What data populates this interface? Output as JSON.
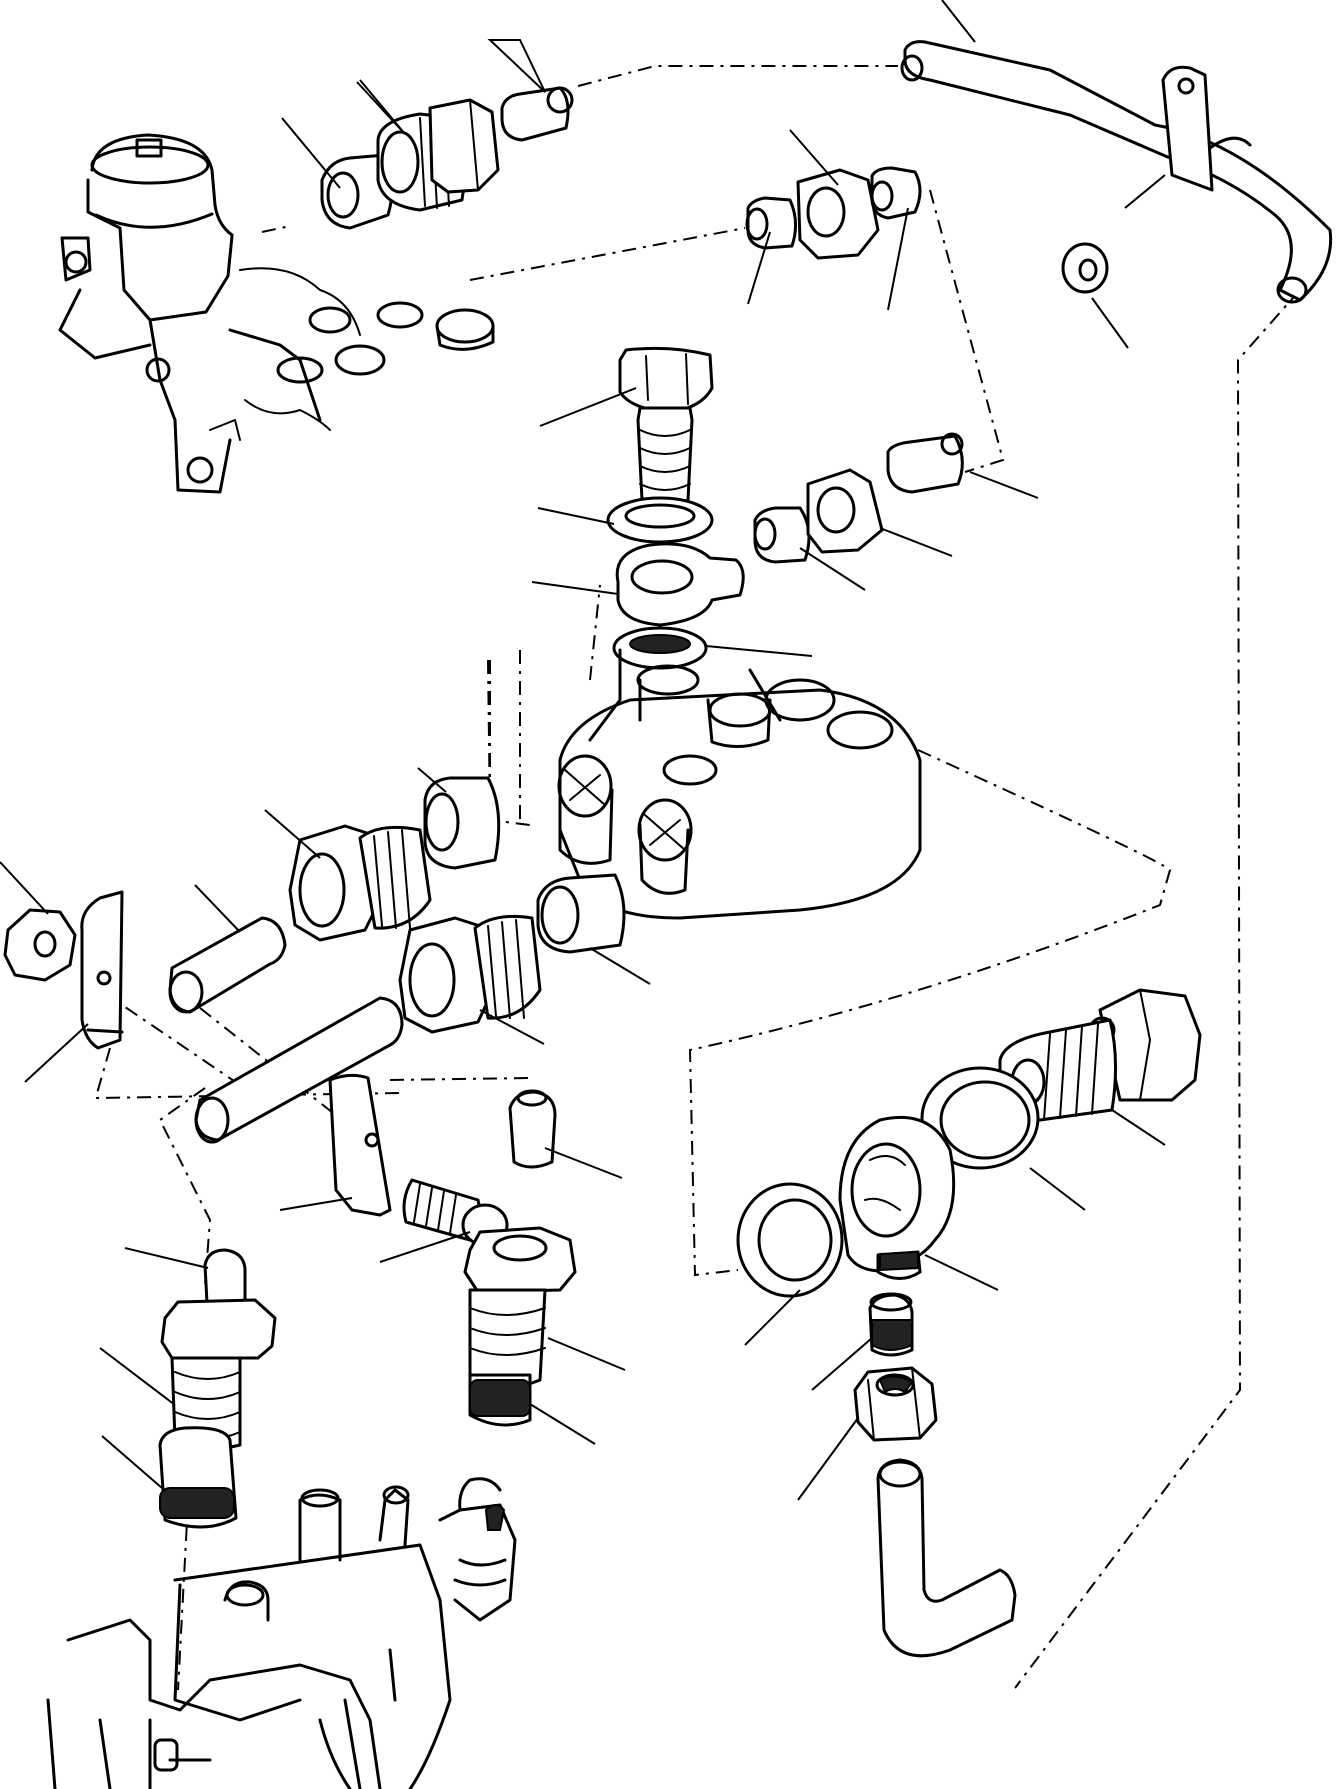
{
  "figure": {
    "kind": "exploded-parts-diagram",
    "style": "black line art on white",
    "callouts_unlabeled": true,
    "parts": [
      {
        "name": "fuel-filter-housing",
        "icon": "filter-icon"
      },
      {
        "name": "injection-pump",
        "icon": "pump-icon"
      },
      {
        "name": "pump-head",
        "icon": "pump-head-icon"
      },
      {
        "name": "banjo-bolt-top",
        "icon": "bolt-icon"
      },
      {
        "name": "banjo-fitting-top",
        "icon": "banjo-icon"
      },
      {
        "name": "banjo-bolt-right",
        "icon": "bolt-icon"
      },
      {
        "name": "banjo-fitting-right",
        "icon": "banjo-icon"
      },
      {
        "name": "sealing-washers",
        "icon": "washer-icon"
      },
      {
        "name": "union-nuts",
        "icon": "nut-icon"
      },
      {
        "name": "ferrules",
        "icon": "ferrule-icon"
      },
      {
        "name": "pipe-sleeves",
        "icon": "sleeve-icon"
      },
      {
        "name": "fuel-pipe-top-right",
        "icon": "pipe-icon"
      },
      {
        "name": "fuel-pipe-elbow",
        "icon": "pipe-icon"
      },
      {
        "name": "pipe-clamps",
        "icon": "clamp-icon"
      },
      {
        "name": "clamp-screw",
        "icon": "screw-icon"
      },
      {
        "name": "bleed-unions",
        "icon": "union-icon"
      }
    ]
  }
}
